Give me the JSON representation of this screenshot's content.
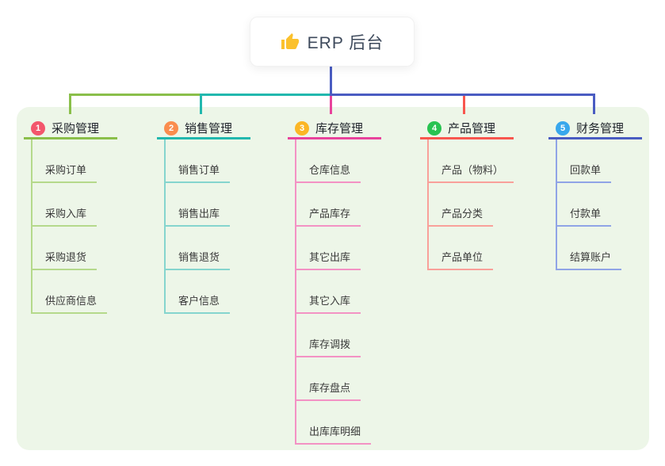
{
  "root": {
    "label": "ERP 后台",
    "icon": "thumbs-up-icon",
    "icon_color": "#fbc12d"
  },
  "panel": {
    "background": "#edf6e8"
  },
  "stem_color": "#4a5cc2",
  "branches": [
    {
      "number": "1",
      "label": "采购管理",
      "badge_color": "#f3566c",
      "line_color": "#8abf4a",
      "child_line_color": "#b5d98b",
      "children": [
        "采购订单",
        "采购入库",
        "采购退货",
        "供应商信息"
      ]
    },
    {
      "number": "2",
      "label": "销售管理",
      "badge_color": "#fa8d4e",
      "line_color": "#22b8ae",
      "child_line_color": "#85d5ce",
      "children": [
        "销售订单",
        "销售出库",
        "销售退货",
        "客户信息"
      ]
    },
    {
      "number": "3",
      "label": "库存管理",
      "badge_color": "#fbb625",
      "line_color": "#e8439c",
      "child_line_color": "#f392c4",
      "children": [
        "仓库信息",
        "产品库存",
        "其它出库",
        "其它入库",
        "库存调拨",
        "库存盘点",
        "出库库明细"
      ]
    },
    {
      "number": "4",
      "label": "产品管理",
      "badge_color": "#29c351",
      "line_color": "#f8564e",
      "child_line_color": "#f9a09a",
      "children": [
        "产品（物料）",
        "产品分类",
        "产品单位"
      ]
    },
    {
      "number": "5",
      "label": "财务管理",
      "badge_color": "#38a7ec",
      "line_color": "#4a5cc2",
      "child_line_color": "#90a4e6",
      "children": [
        "回款单",
        "付款单",
        "结算账户"
      ]
    }
  ]
}
